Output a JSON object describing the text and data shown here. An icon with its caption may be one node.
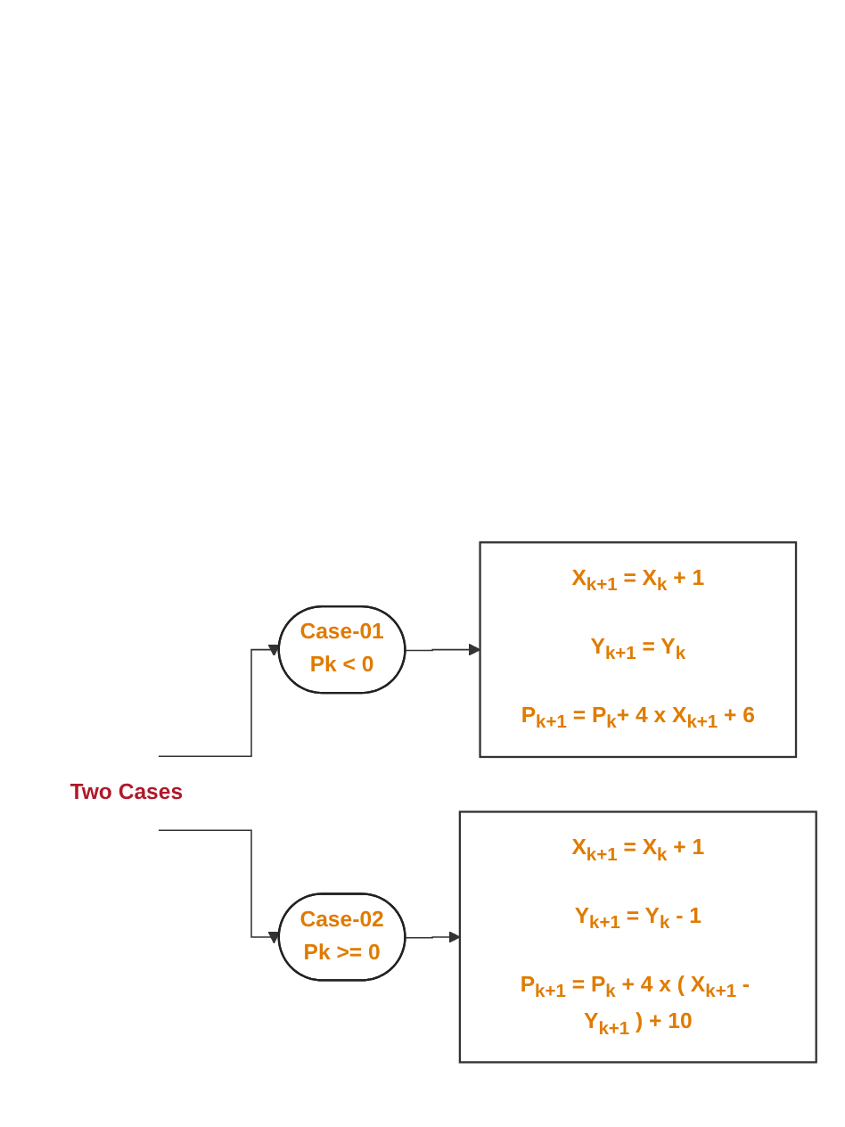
{
  "diagram": {
    "nodes": [
      {
        "text": [
          "Two Cases"
        ]
      },
      {
        "text": [
          "Case-01",
          "Pk < 0"
        ]
      },
      {
        "text": [
          "X$_{k+1}$ = X$_{k}$ + 1",
          "Y$_{k+1}$ = Y$_{k}$",
          "P$_{k+1}$ = P$_{k}$+ 4 x X$_{k+1}$ + 6"
        ]
      },
      {
        "text": [
          "Case-02",
          "Pk >= 0"
        ]
      },
      {
        "text": [
          "X$_{k+1}$ = X$_{k}$ + 1",
          "Y$_{k+1}$ = Y$_{k}$ - 1",
          "P$_{k+1}$ = P$_{k}$ + 4 x ( X$_{k+1}$ - Y$_{k+1}$ ) + 10"
        ]
      }
    ],
    "edges": [
      {
        "from": 0,
        "to": 1,
        "arrow": "to"
      },
      {
        "from": 0,
        "to": 3,
        "arrow": "to"
      },
      {
        "from": 1,
        "to": 2,
        "arrow": "to"
      },
      {
        "from": 3,
        "to": 4,
        "arrow": "to"
      }
    ]
  }
}
